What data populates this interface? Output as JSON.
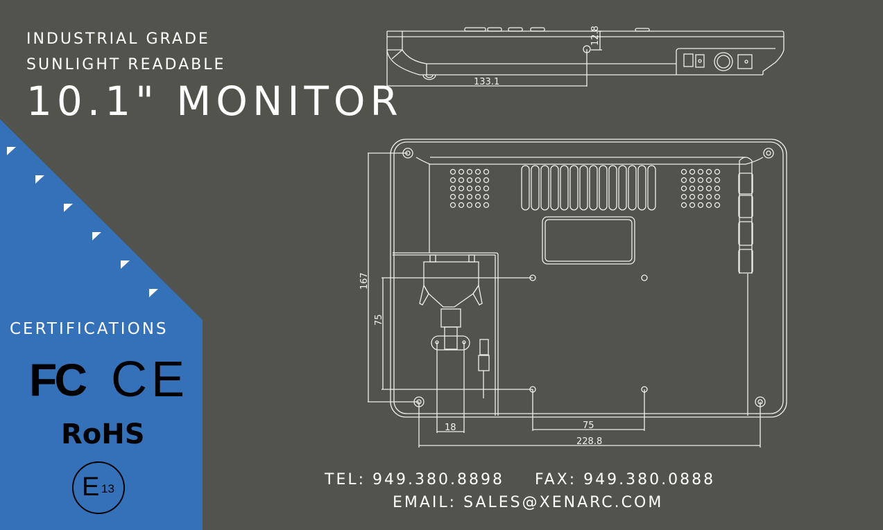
{
  "colors": {
    "background": "#53534d",
    "accent_blue": "#3571b8",
    "line": "#f0f0ea",
    "text": "#ffffff",
    "cert_text": "#000000"
  },
  "header": {
    "line1": "INDUSTRIAL GRADE",
    "line2": "SUNLIGHT READABLE",
    "title": "10.1\" MONITOR"
  },
  "certifications": {
    "title": "CERTIFICATIONS",
    "marks": [
      {
        "name": "FCC",
        "label": "FC"
      },
      {
        "name": "CE",
        "label": "CE"
      },
      {
        "name": "RoHS",
        "label": "RoHS"
      },
      {
        "name": "E13",
        "letter": "E",
        "number": "13"
      }
    ]
  },
  "decorations": {
    "triangle_markers": 6
  },
  "drawing": {
    "side_view": {
      "dimensions": {
        "length": "133.1",
        "thickness": "12.8"
      }
    },
    "back_view": {
      "dimensions": {
        "height": "167",
        "vesa_vertical": "75",
        "vesa_horizontal": "75",
        "connector_spacing": "18",
        "width": "228.8"
      },
      "vent_slots": 14,
      "speaker_grid": "5x5"
    }
  },
  "contact": {
    "tel_label": "TEL:",
    "tel": "949.380.8898",
    "fax_label": "FAX:",
    "fax": "949.380.0888",
    "email_label": "EMAIL:",
    "email": "SALES@XENARC.COM"
  }
}
